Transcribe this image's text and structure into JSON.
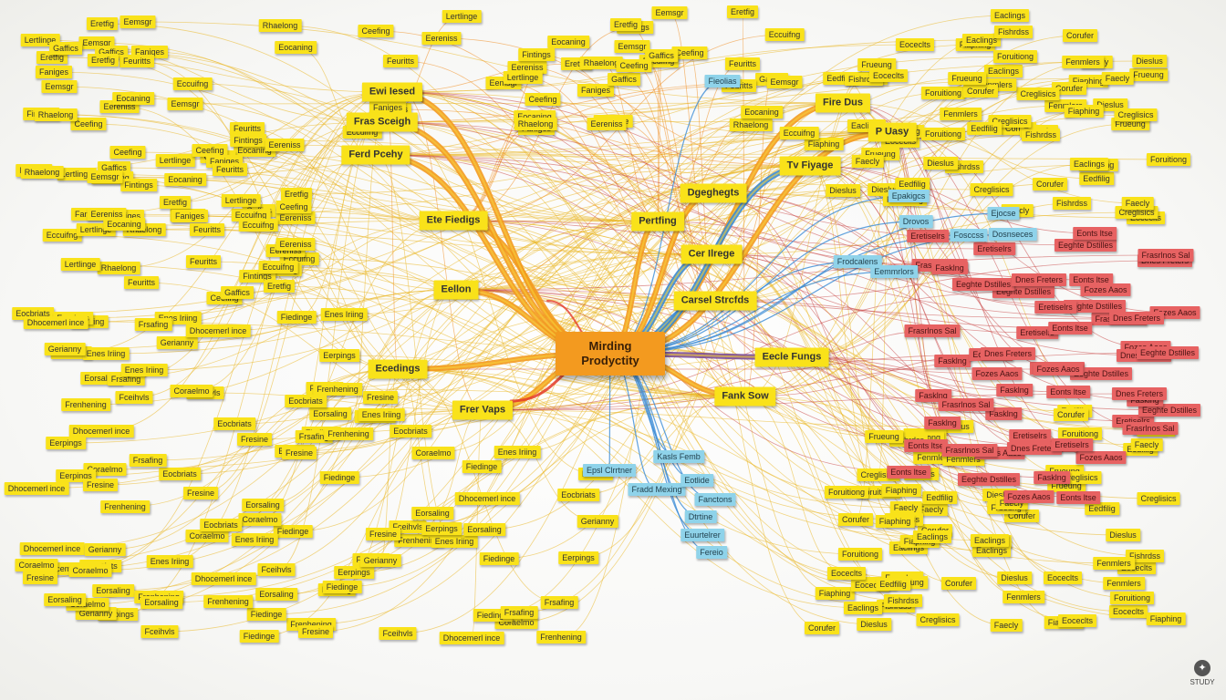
{
  "central_topic": "Mirding\nProdyctity",
  "colors": {
    "orange": "#f39a1f",
    "yellow": "#f9e21a",
    "blue": "#3a8bd6",
    "light_blue": "#8fd3ea",
    "red": "#e76262",
    "purple": "#7a4b9a",
    "line_yellow": "#e9b623",
    "line_orange": "#f08a1c"
  },
  "main_branches": [
    {
      "label": "Ete Fiedigs",
      "color": "orange"
    },
    {
      "label": "Eellon",
      "color": "orange"
    },
    {
      "label": "Ecedings",
      "color": "orange"
    },
    {
      "label": "Frer Vaps",
      "color": "orange"
    },
    {
      "label": "Pertfing",
      "color": "orange"
    },
    {
      "label": "Dgeghegts",
      "color": "orange"
    },
    {
      "label": "Cer Ilrege",
      "color": "blue"
    },
    {
      "label": "Carsel Strcfds",
      "color": "blue"
    },
    {
      "label": "Eecle Fungs",
      "color": "purple"
    },
    {
      "label": "Fank Sow",
      "color": "orange"
    },
    {
      "label": "Fire Dus",
      "color": "orange"
    },
    {
      "label": "Tv Fiyage",
      "color": "blue"
    },
    {
      "label": "P Uasy",
      "color": "orange"
    },
    {
      "label": "Fras Sceigh",
      "color": "orange"
    },
    {
      "label": "Ferd Pcehy",
      "color": "orange"
    },
    {
      "label": "Ewi Iesed",
      "color": "orange"
    }
  ],
  "subtopic_labels": {
    "top_left": [
      "Eemsgr",
      "Ceefing",
      "Faniges",
      "Eccuifng",
      "Feuritts",
      "Eretfig",
      "Rhaelong",
      "Lertlinge",
      "Eereniss",
      "Eocaning",
      "Fintings",
      "Gaffics"
    ],
    "bottom_left": [
      "Fiedinge",
      "Frenhening",
      "Eerpings",
      "Coraelmo",
      "Enes Iriing",
      "Dhocemerl ince",
      "Eorsaling",
      "Fresine",
      "Gerianny",
      "Fceihvls",
      "Eocbriats",
      "Frsafing"
    ],
    "right": [
      "Eedfilig",
      "Fiaphing",
      "Corufer",
      "Dieslus",
      "Foruitiong",
      "Faecly",
      "Eaclings",
      "Fenmlers",
      "Eoceclts",
      "Frueung",
      "Creglisics",
      "Fishrdss"
    ],
    "blue": [
      "Fieolias",
      "Epsl Clrrtner",
      "Kasls Femb",
      "Fradd Mexing",
      "Eotlide",
      "Fanctons",
      "Dtrtine",
      "Euurtelrer",
      "Fereio",
      "Epakigcs",
      "Drovos",
      "Fosccss",
      "Ejocse",
      "Dosnseces",
      "Frodcalens",
      "Eemmrlors"
    ],
    "red": [
      "Fozes Aaos",
      "Eeghte Dstilles",
      "Frasrlnos Sal",
      "Eonts ltse",
      "Fasklng",
      "Dnes Freters",
      "Eretiselrs"
    ]
  },
  "watermark": "STUDY"
}
